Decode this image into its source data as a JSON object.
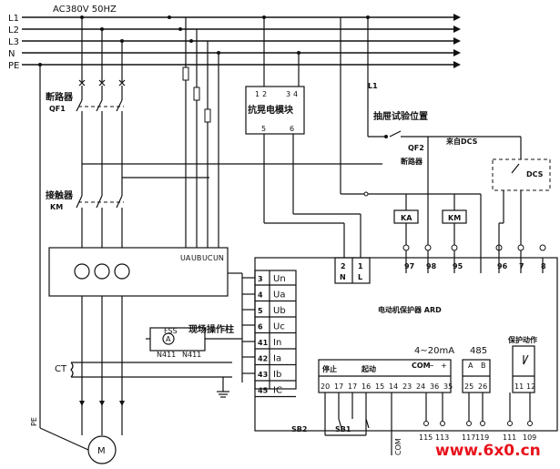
{
  "supply": {
    "label": "AC380V 50HZ",
    "lines": [
      "L1",
      "L2",
      "L3",
      "N",
      "PE"
    ]
  },
  "qf1": {
    "label": "断路器",
    "code": "QF1"
  },
  "km_label": {
    "label": "接触器",
    "code": "KM"
  },
  "kbd": {
    "label": "抗晃电模块",
    "pins": [
      "1",
      "2",
      "3",
      "4",
      "5",
      "6"
    ]
  },
  "l1_tap": "L1",
  "draw_out": "抽屉试验位置",
  "qf2": {
    "code": "QF2",
    "label": "断路器"
  },
  "dcs_from": "来自DCS",
  "dcs_box": "DCS",
  "coil_left": "KA",
  "coil_right": "KM",
  "meter_inputs": [
    "UA",
    "UB",
    "UC",
    "UN"
  ],
  "ct": "CT",
  "panel": {
    "title": "电动机保护器 ARD",
    "left_terms": [
      {
        "n": "3",
        "s": "Un"
      },
      {
        "n": "4",
        "s": "Ua"
      },
      {
        "n": "5",
        "s": "Ub"
      },
      {
        "n": "6",
        "s": "Uc"
      },
      {
        "n": "41",
        "s": "In"
      },
      {
        "n": "42",
        "s": "Ia"
      },
      {
        "n": "43",
        "s": "Ib"
      },
      {
        "n": "45",
        "s": "IC"
      }
    ],
    "top_terms": [
      "2",
      "1",
      "97",
      "98",
      "95",
      "96",
      "7",
      "8"
    ],
    "top_sub": [
      "N",
      "L"
    ],
    "stop": "停止",
    "start": "起动",
    "com": "COM",
    "bottom_terms": [
      "20",
      "17",
      "17",
      "16",
      "15",
      "14",
      "23",
      "24",
      "36",
      "35",
      "25",
      "26",
      "11",
      "12"
    ],
    "analog": "4~20mA",
    "minus": "−",
    "plus": "+",
    "rs485": "485",
    "rsA": "A",
    "rsB": "B",
    "protect": "保护动作"
  },
  "field_op": {
    "label": "现场操作柱",
    "code": "FSS",
    "pa": "A",
    "n1": "N411",
    "n2": "N411"
  },
  "sb2": "SB2",
  "sb1": "SB1",
  "com_bottom": "COM",
  "wire_numbers": [
    "115",
    "113",
    "117",
    "119",
    "111",
    "109"
  ],
  "pe": "PE",
  "motor": "M",
  "watermark": "www.6x0.cn"
}
